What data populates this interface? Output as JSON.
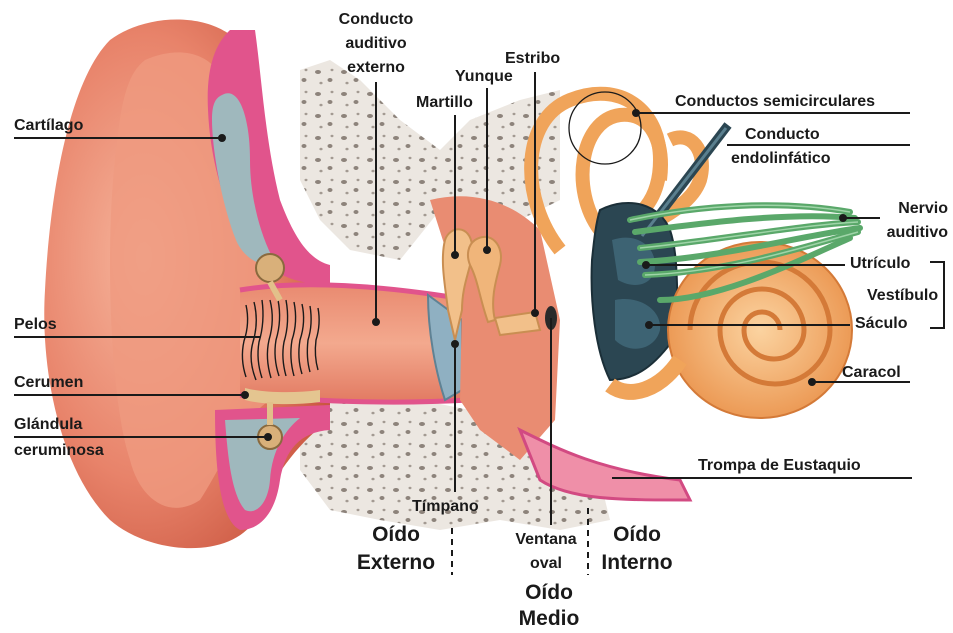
{
  "labels": {
    "cartilago": "Cartílago",
    "pelos": "Pelos",
    "cerumen": "Cerumen",
    "glandula_1": "Glándula",
    "glandula_2": "ceruminosa",
    "conducto_auditivo_1": "Conducto",
    "conducto_auditivo_2": "auditivo",
    "conducto_auditivo_3": "externo",
    "martillo": "Martillo",
    "yunque": "Yunque",
    "estribo": "Estribo",
    "timpano": "Tímpano",
    "ventana_oval_1": "Ventana",
    "ventana_oval_2": "oval",
    "conductos_semicirculares": "Conductos semicirculares",
    "conducto_endolinfatico_1": "Conducto",
    "conducto_endolinfatico_2": "endolinfático",
    "nervio_auditivo_1": "Nervio",
    "nervio_auditivo_2": "auditivo",
    "utriculo": "Utrículo",
    "vestibulo": "Vestíbulo",
    "saculo": "Sáculo",
    "caracol": "Caracol",
    "trompa_eustaquio": "Trompa de Eustaquio"
  },
  "sections": {
    "externo_1": "Oído",
    "externo_2": "Externo",
    "medio_1": "Oído",
    "medio_2": "Medio",
    "interno_1": "Oído",
    "interno_2": "Interno"
  },
  "colors": {
    "skin": "#e8836a",
    "skin_light": "#f4b39a",
    "cartilage": "#9fb8bd",
    "pink": "#e0508a",
    "bone": "#e9e3dc",
    "bone_pore": "#8a8078",
    "ossicle": "#f2c08a",
    "cochlea": "#f0a45a",
    "vestibule": "#2b4652",
    "nerve": "#5aa86a",
    "leader": "#1a1a1a"
  }
}
